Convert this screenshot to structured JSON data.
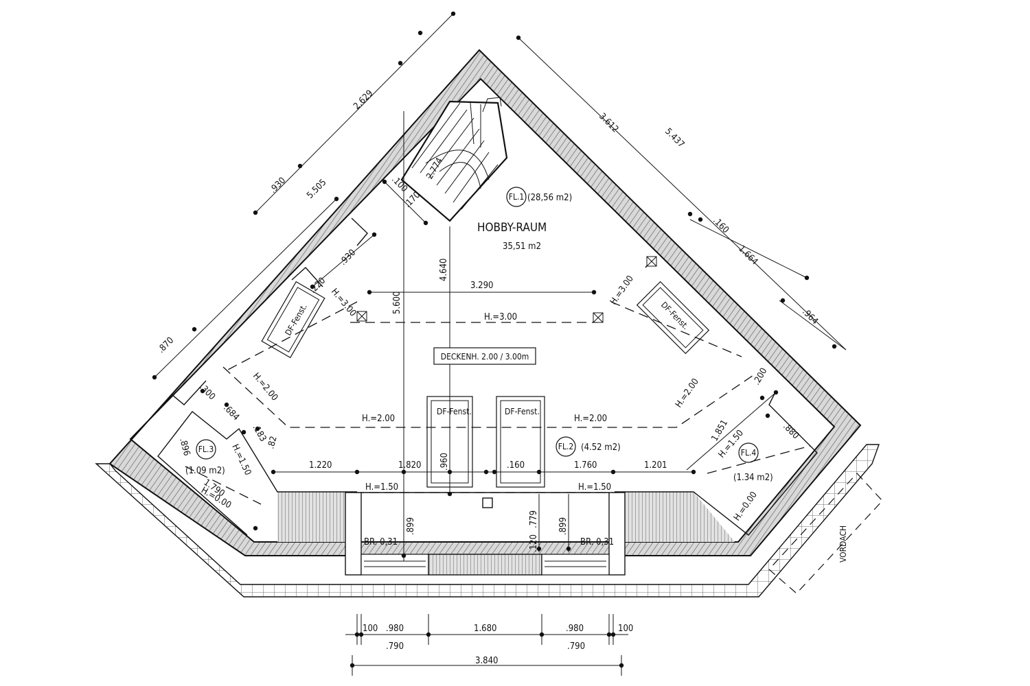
{
  "room": {
    "name": "HOBBY-RAUM",
    "area": "35,51 m2",
    "ceiling_note": "DECKENH. 2.00 / 3.00m"
  },
  "areas": [
    {
      "id": "FL.1",
      "area": "(28,56 m2)"
    },
    {
      "id": "FL.2",
      "area": "(4.52 m2)"
    },
    {
      "id": "FL.3",
      "area": "(1.09 m2)"
    },
    {
      "id": "FL.4",
      "area": "(1.34 m2)"
    }
  ],
  "windows": {
    "label": "DF-Fenst."
  },
  "heights": {
    "h300": "H.=3.00",
    "h200": "H.=2.00",
    "h150": "H.=1.50",
    "h000": "H.=0.00"
  },
  "parapets": {
    "label": "BR. 0,31"
  },
  "canopy": {
    "label": "VORDACH"
  },
  "dims": {
    "left_wall": [
      ".930",
      "5.505",
      "2.629",
      ".930",
      ".870",
      ".220"
    ],
    "right_wall": [
      "3.612",
      "5.437",
      ".160",
      "1.664",
      ".964",
      ".200",
      "1.851",
      ".880"
    ],
    "interior": [
      "3.290",
      "5.600",
      "4.640",
      "2.774",
      ".100",
      ".170"
    ],
    "left_nook": [
      ".300",
      ".684",
      ".183",
      ".82",
      ".896",
      "1.790"
    ],
    "floor_line": [
      "1.220",
      "1.820",
      ".960",
      ".160",
      "1.760",
      "1.201"
    ],
    "bottom_row1": [
      "100",
      ".980",
      "1.680",
      ".980",
      "100"
    ],
    "bottom_row2": [
      ".790",
      ".790"
    ],
    "bottom_total": "3.840",
    "front": [
      ".899",
      ".779",
      ".120",
      ".899"
    ]
  }
}
